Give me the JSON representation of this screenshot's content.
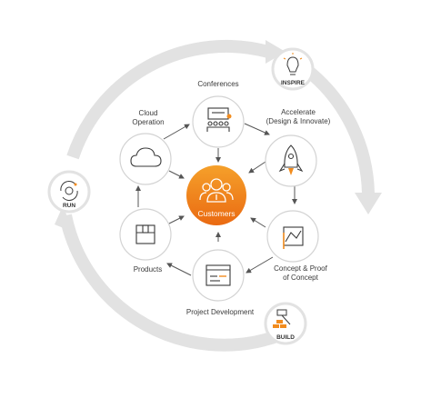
{
  "colors": {
    "accent": "#f28c1e",
    "accent_dark": "#ea6a12",
    "ring": "#e2e2e2",
    "node_stroke": "#d3d3d3",
    "arrow": "#555555",
    "icon": "#3a3a3a"
  },
  "center": {
    "label": "Customers",
    "icon": "team-icon"
  },
  "nodes": [
    {
      "id": "conferences",
      "label": "Conferences",
      "icon": "presentation-icon"
    },
    {
      "id": "accelerate",
      "label": "Accelerate\n(Design & Innovate)",
      "icon": "rocket-icon"
    },
    {
      "id": "concept",
      "label": "Concept & Proof\nof Concept",
      "icon": "sketch-pad-icon"
    },
    {
      "id": "project-development",
      "label": "Project Development",
      "icon": "code-window-icon"
    },
    {
      "id": "products",
      "label": "Products",
      "icon": "package-icon"
    },
    {
      "id": "cloud-operation",
      "label": "Cloud\nOperation",
      "icon": "cloud-icon"
    }
  ],
  "phases": [
    {
      "id": "inspire",
      "label": "INSPIRE",
      "icon": "lightbulb-icon"
    },
    {
      "id": "build",
      "label": "BUILD",
      "icon": "hammer-bricks-icon"
    },
    {
      "id": "run",
      "label": "RUN",
      "icon": "gear-cycle-icon"
    }
  ]
}
